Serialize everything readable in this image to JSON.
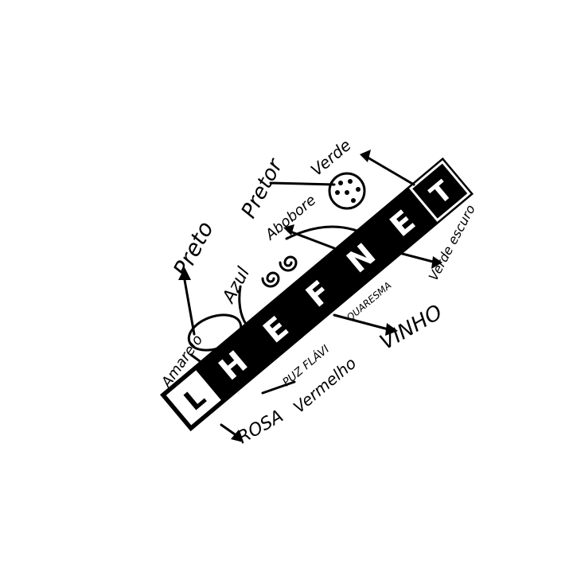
{
  "drawing": {
    "band_letters": [
      "L",
      "H",
      "E",
      "F",
      "N",
      "E",
      "T"
    ],
    "labels": {
      "preto": "Preto",
      "pretor": "Pretor",
      "verde": "Verde",
      "abobore": "Abobore",
      "azul": "Azul",
      "amarelo": "Amarelo",
      "rosa": "ROSA",
      "vermelho": "Vermelho",
      "puz_flavi": "PUZ FLÁVI",
      "quaresma": "QUARESMA",
      "vinho": "VINHO",
      "verde_escuro": "Verde escuro"
    }
  }
}
